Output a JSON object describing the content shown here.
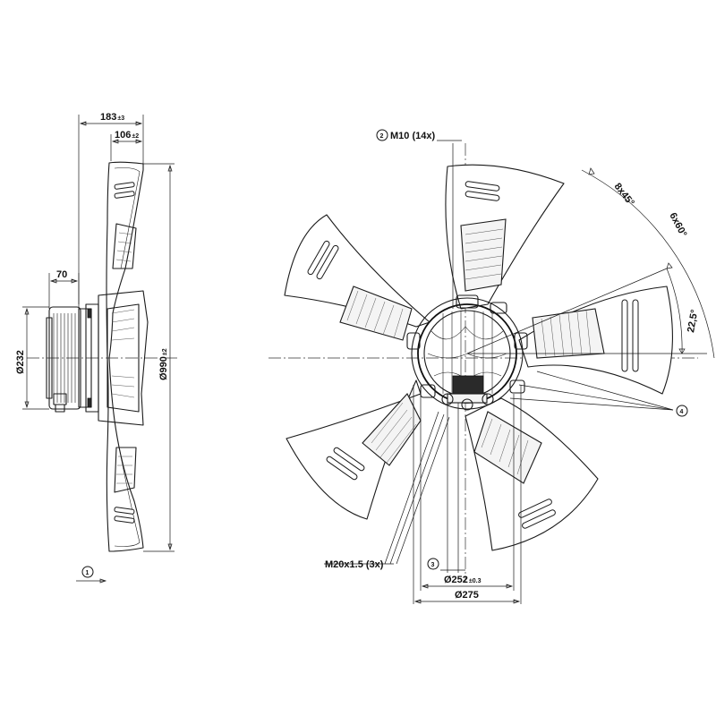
{
  "dimensions": {
    "overall_depth": "183",
    "overall_depth_tol": "±3",
    "blade_depth": "106",
    "blade_depth_tol": "±2",
    "motor_length": "70",
    "motor_diameter": "Ø232",
    "fan_diameter": "Ø990",
    "fan_diameter_tol": "±2",
    "angle_8x45": "8x45°",
    "angle_6x60": "6x60°",
    "angle_22_5": "22,5°",
    "bolt_circle_252": "Ø252",
    "bolt_circle_252_tol": "±0.3",
    "bolt_circle_275": "Ø275"
  },
  "callouts": {
    "c1": "1",
    "c2": "2",
    "c3": "3",
    "c4": "4",
    "m10": "M10 (14x)",
    "m20": "M20x1.5 (3x)"
  }
}
